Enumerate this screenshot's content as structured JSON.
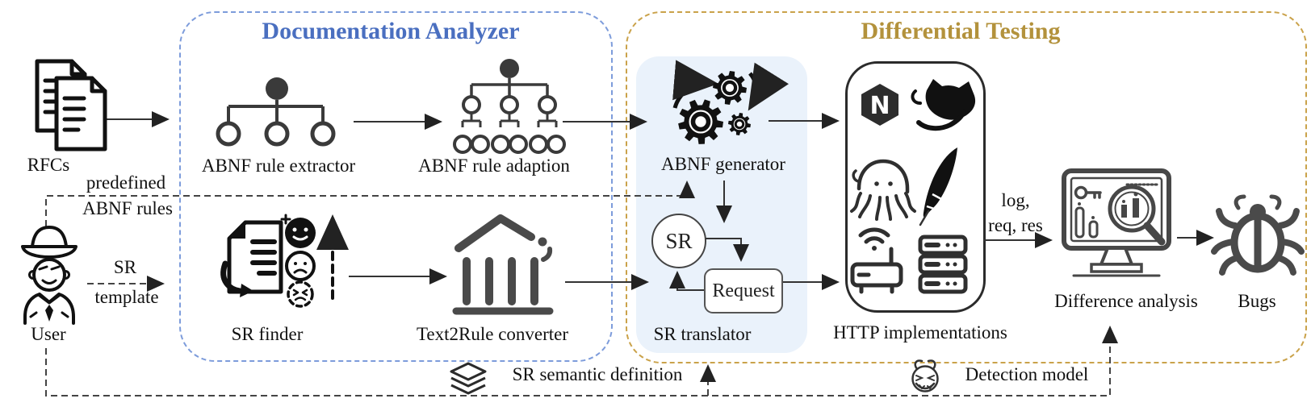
{
  "figure": {
    "inputs": {
      "rfcs_label": "RFCs",
      "user_label": "User",
      "predefined_label_line1": "predefined",
      "predefined_label_line2": "ABNF rules",
      "sr_template_line1": "SR",
      "sr_template_line2": "template"
    },
    "documentation_analyzer": {
      "title": "Documentation Analyzer",
      "abnf_rule_extractor_label": "ABNF rule extractor",
      "abnf_rule_adaption_label": "ABNF rule adaption",
      "sr_finder_label": "SR finder",
      "text2rule_converter_label": "Text2Rule converter"
    },
    "differential_testing": {
      "title": "Differential Testing",
      "abnf_generator_label": "ABNF generator",
      "sr_translator_label": "SR translator",
      "sr_node_label": "SR",
      "request_node_label": "Request",
      "http_implementations_label": "HTTP implementations",
      "nginx_letter": "N",
      "log_label_line1": "log,",
      "log_label_line2": "req, res",
      "difference_analysis_label": "Difference analysis",
      "bugs_label": "Bugs"
    },
    "annotations": {
      "sr_semantic_definition_label": "SR semantic definition",
      "detection_model_label": "Detection model"
    },
    "colors": {
      "doc_analyzer_title": "#4a6fc0",
      "doc_analyzer_border": "#7d9cdb",
      "diff_testing_title": "#b3923c",
      "diff_testing_border": "#caa24a",
      "translator_panel_bg": "#eaf2fb",
      "line_color": "#333333",
      "icon_dark": "#474747"
    }
  }
}
